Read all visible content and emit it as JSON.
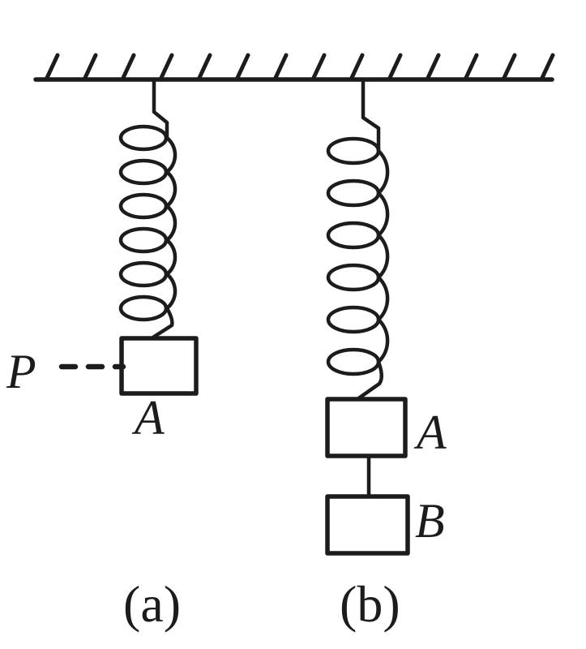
{
  "figure_type": "physics-spring-mass-diagram",
  "colors": {
    "background": "#ffffff",
    "ink": "#1c1c1c"
  },
  "labels": {
    "pointer_p": "P",
    "block_a_left": "A",
    "block_a_right": "A",
    "block_b": "B",
    "caption_a": "(a)",
    "caption_b": "(b)"
  },
  "springs": {
    "left_coils": 6,
    "right_coils": 6
  }
}
